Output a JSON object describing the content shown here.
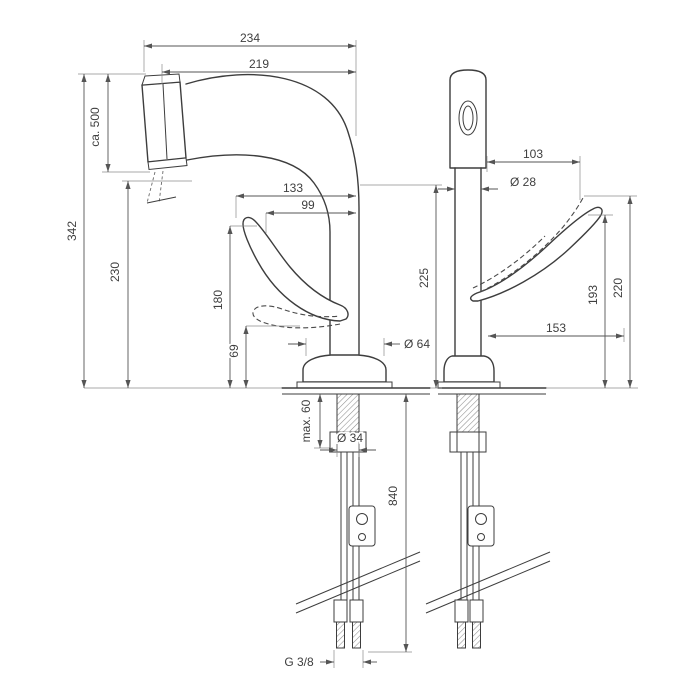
{
  "drawing": {
    "dims": {
      "top_width": "234",
      "spout_reach": "219",
      "pullout": "ca. 500",
      "total_height": "342",
      "outlet_height": "230",
      "reach_1": "133",
      "reach_2": "99",
      "handle_height": "180",
      "spout_base_height": "69",
      "body_height": "225",
      "base_dia": "Ø 64",
      "side_depth": "103",
      "body_dia": "Ø 28",
      "handle_rest_height": "193",
      "handle_raised_height": "220",
      "side_reach": "153",
      "max_mounting": "max. 60",
      "hole_dia": "Ø 34",
      "hose_length": "840",
      "thread": "G 3/8"
    }
  }
}
